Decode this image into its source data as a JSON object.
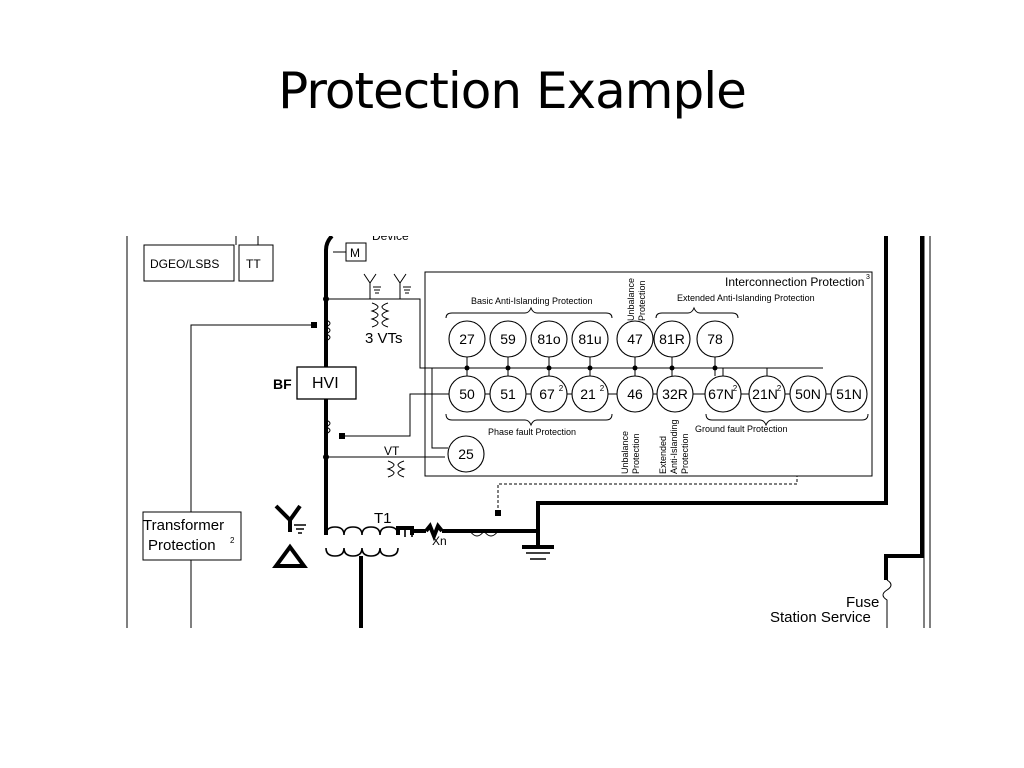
{
  "slide": {
    "title": "Protection Example"
  },
  "diagram": {
    "device_label": "Device",
    "meter_label": "M",
    "dgeo_label": "DGEO/LSBS",
    "tt_label": "TT",
    "interconnection_title": "Interconnection Protection",
    "interconnection_sup": "3",
    "basic_anti_islanding": "Basic Anti-Islanding Protection",
    "extended_anti_islanding": "Extended Anti-Islanding Protection",
    "unbalance_top": [
      "Unbalance",
      "Protection"
    ],
    "vts_label": "3 VTs",
    "hvi_label": "HVI",
    "bf_label": "BF",
    "vt_label": "VT",
    "phase_fault": "Phase fault Protection",
    "unbalance_bottom": [
      "Unbalance",
      "Protection"
    ],
    "extended_bottom": [
      "Extended",
      "Anti-Islanding",
      "Protection"
    ],
    "ground_fault": "Ground fault Protection",
    "t1_label": "T1",
    "xn_label": "Xn",
    "transformer_protection": [
      "Transformer",
      "Protection"
    ],
    "transformer_protection_sup": "2",
    "fuse_label": "Fuse",
    "station_service_label": "Station Service",
    "relays_top": [
      {
        "num": "27",
        "sup": ""
      },
      {
        "num": "59",
        "sup": ""
      },
      {
        "num": "81o",
        "sup": ""
      },
      {
        "num": "81u",
        "sup": ""
      },
      {
        "num": "47",
        "sup": ""
      },
      {
        "num": "81R",
        "sup": ""
      },
      {
        "num": "78",
        "sup": ""
      }
    ],
    "relays_bottom": [
      {
        "num": "50",
        "sup": ""
      },
      {
        "num": "51",
        "sup": ""
      },
      {
        "num": "67",
        "sup": "2"
      },
      {
        "num": "21",
        "sup": "2"
      },
      {
        "num": "46",
        "sup": ""
      },
      {
        "num": "32R",
        "sup": ""
      },
      {
        "num": "67N",
        "sup": "2"
      },
      {
        "num": "21N",
        "sup": "2"
      },
      {
        "num": "50N",
        "sup": ""
      },
      {
        "num": "51N",
        "sup": ""
      }
    ],
    "relay_sync": {
      "num": "25",
      "sup": ""
    }
  }
}
